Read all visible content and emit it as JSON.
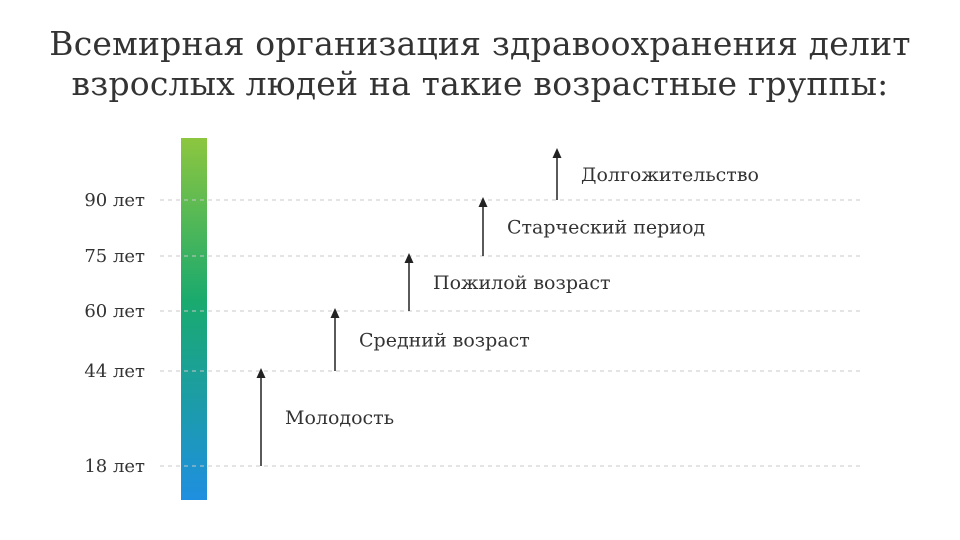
{
  "title": {
    "line1": "Всемирная организация здравоохранения делит",
    "line2": "взрослых людей на такие возрастные группы:"
  },
  "thresholds": [
    {
      "age": 18,
      "label": "18 лет"
    },
    {
      "age": 44,
      "label": "44 лет"
    },
    {
      "age": 60,
      "label": "60 лет"
    },
    {
      "age": 75,
      "label": "75 лет"
    },
    {
      "age": 90,
      "label": "90 лет"
    }
  ],
  "groups": [
    {
      "label": "Молодость",
      "from": 18,
      "to": 44
    },
    {
      "label": "Средний возраст",
      "from": 44,
      "to": 60
    },
    {
      "label": "Пожилой возраст",
      "from": 60,
      "to": 75
    },
    {
      "label": "Старческий период",
      "from": 75,
      "to": 90
    },
    {
      "label": "Долгожительство",
      "from": 90,
      "to": null
    }
  ],
  "colors": {
    "text": "#333333",
    "gradient_top": "#8dc63f",
    "gradient_middle": "#1aaa6e",
    "gradient_bottom": "#1e8fe0",
    "gridline": "#c8c8c8",
    "arrow": "#222222"
  }
}
